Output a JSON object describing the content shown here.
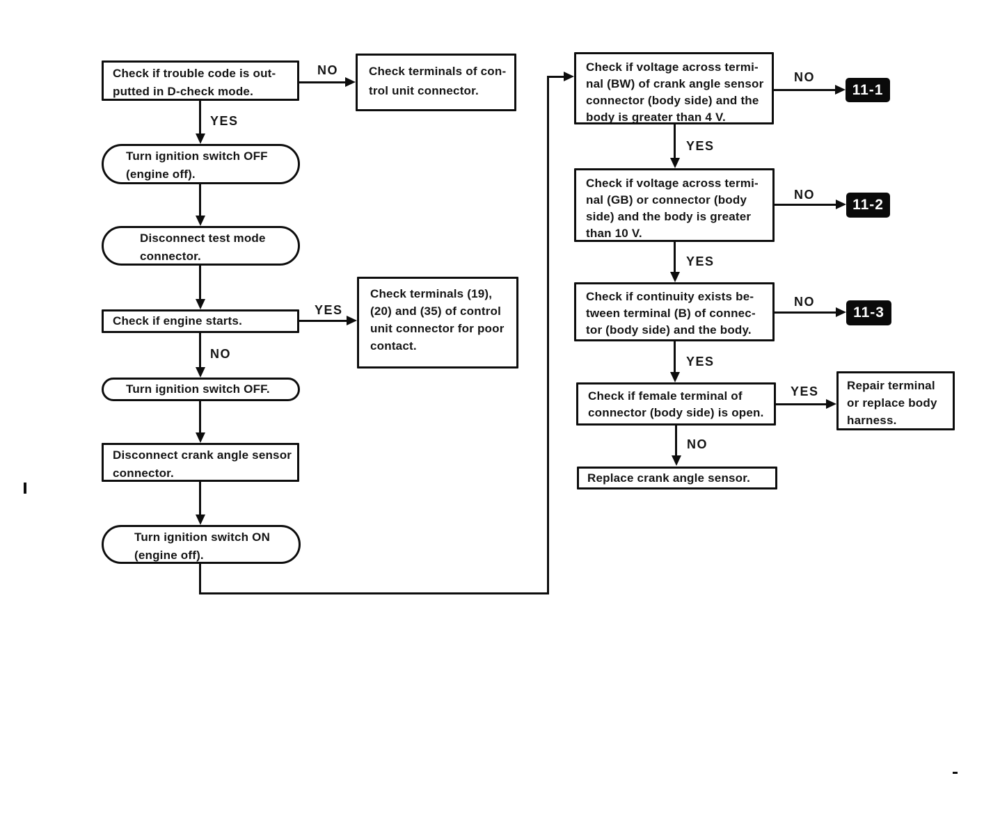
{
  "nodes": {
    "trouble_code": {
      "shape": "rect",
      "lines": [
        "Check if trouble code is out-",
        "putted in D-check mode."
      ]
    },
    "check_terminals_cu": {
      "shape": "rect",
      "lines": [
        "Check terminals of con-",
        "trol unit connector."
      ]
    },
    "ignition_off_engine": {
      "shape": "pill",
      "lines": [
        "Turn ignition switch OFF",
        "(engine off)."
      ]
    },
    "disconnect_testmode": {
      "shape": "pill",
      "lines": [
        "Disconnect test mode",
        "connector."
      ]
    },
    "engine_starts": {
      "shape": "rect",
      "lines": [
        "Check if engine starts."
      ]
    },
    "check_terminals_19": {
      "shape": "rect",
      "lines": [
        "Check terminals (19),",
        "(20) and (35) of control",
        "unit connector for poor",
        "contact."
      ]
    },
    "ignition_off": {
      "shape": "pill",
      "lines": [
        "Turn ignition switch OFF."
      ]
    },
    "disconnect_crank": {
      "shape": "rect",
      "lines": [
        "Disconnect crank angle sensor",
        "connector."
      ]
    },
    "ignition_on_engine": {
      "shape": "pill",
      "lines": [
        "Turn ignition switch ON",
        "(engine off)."
      ]
    },
    "voltage_bw": {
      "shape": "rect",
      "lines": [
        "Check if voltage across termi-",
        "nal (BW) of crank angle sensor",
        "connector (body side) and the",
        "body is greater than 4 V."
      ]
    },
    "voltage_gb": {
      "shape": "rect",
      "lines": [
        "Check if voltage across termi-",
        "nal (GB) or connector (body",
        "side) and the body is greater",
        "than 10 V."
      ]
    },
    "continuity_b": {
      "shape": "rect",
      "lines": [
        "Check if continuity exists be-",
        "tween terminal (B) of connec-",
        "tor (body side) and the body."
      ]
    },
    "female_terminal": {
      "shape": "rect",
      "lines": [
        "Check if female terminal of",
        "connector (body side) is open."
      ]
    },
    "repair_terminal": {
      "shape": "rect",
      "lines": [
        "Repair terminal",
        "or replace body",
        "harness."
      ]
    },
    "replace_sensor": {
      "shape": "rect",
      "lines": [
        "Replace crank angle sensor."
      ]
    }
  },
  "badges": {
    "ref_11_1": "11-1",
    "ref_11_2": "11-2",
    "ref_11_3": "11-3"
  },
  "edge_labels": {
    "trouble_no": "NO",
    "trouble_yes": "YES",
    "engine_yes": "YES",
    "engine_no": "NO",
    "bw_yes": "YES",
    "bw_no": "NO",
    "gb_yes": "YES",
    "gb_no": "NO",
    "continuity_yes": "YES",
    "continuity_no": "NO",
    "female_yes": "YES",
    "female_no": "NO"
  },
  "colors": {
    "ink": "#0d0d0d",
    "paper": "#ffffff",
    "badge_bg": "#0a0a0a",
    "badge_text": "#ffffff"
  }
}
